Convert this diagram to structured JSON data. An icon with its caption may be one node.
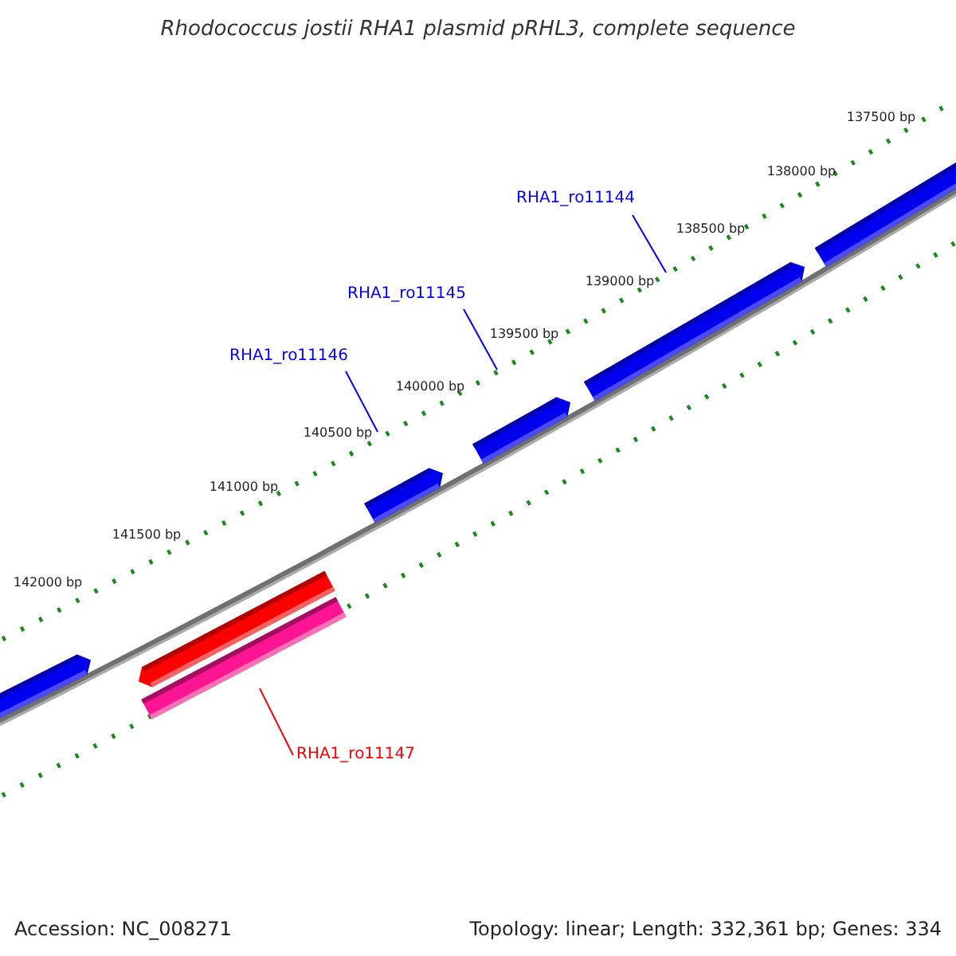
{
  "diagram": {
    "title": "Rhodococcus jostii RHA1 plasmid pRHL3, complete sequence",
    "nodes": [
      {
        "text": [
          "RHA1_ro11144"
        ]
      },
      {
        "text": [
          "RHA1_ro11145"
        ]
      },
      {
        "text": [
          "RHA1_ro11146"
        ]
      },
      {
        "text": [
          "RHA1_ro11147"
        ]
      },
      {
        "text": [],
        "shape": "bar"
      },
      {
        "text": [],
        "shape": "bar"
      },
      {
        "text": [],
        "shape": "bar"
      },
      {
        "text": [],
        "shape": "bar"
      },
      {
        "text": [],
        "shape": "bar"
      },
      {
        "text": [],
        "shape": "bar"
      },
      {
        "text": [],
        "shape": "bar"
      }
    ],
    "edges": [
      {
        "from": 0,
        "to": 9,
        "arrow": "none"
      },
      {
        "from": 1,
        "to": 8,
        "arrow": "none"
      },
      {
        "from": 2,
        "to": 7,
        "arrow": "none"
      },
      {
        "from": 3,
        "to": 6,
        "arrow": "none",
        "color": "#ff0000"
      }
    ],
    "labels": [
      "137500 bp",
      "138000 bp",
      "138500 bp",
      "139000 bp",
      "139500 bp",
      "140000 bp",
      "140500 bp",
      "141000 bp",
      "141500 bp",
      "142000 bp",
      "Accession: NC_008271",
      "Topology: linear; Length: 332,361 bp; Genes: 334"
    ]
  }
}
